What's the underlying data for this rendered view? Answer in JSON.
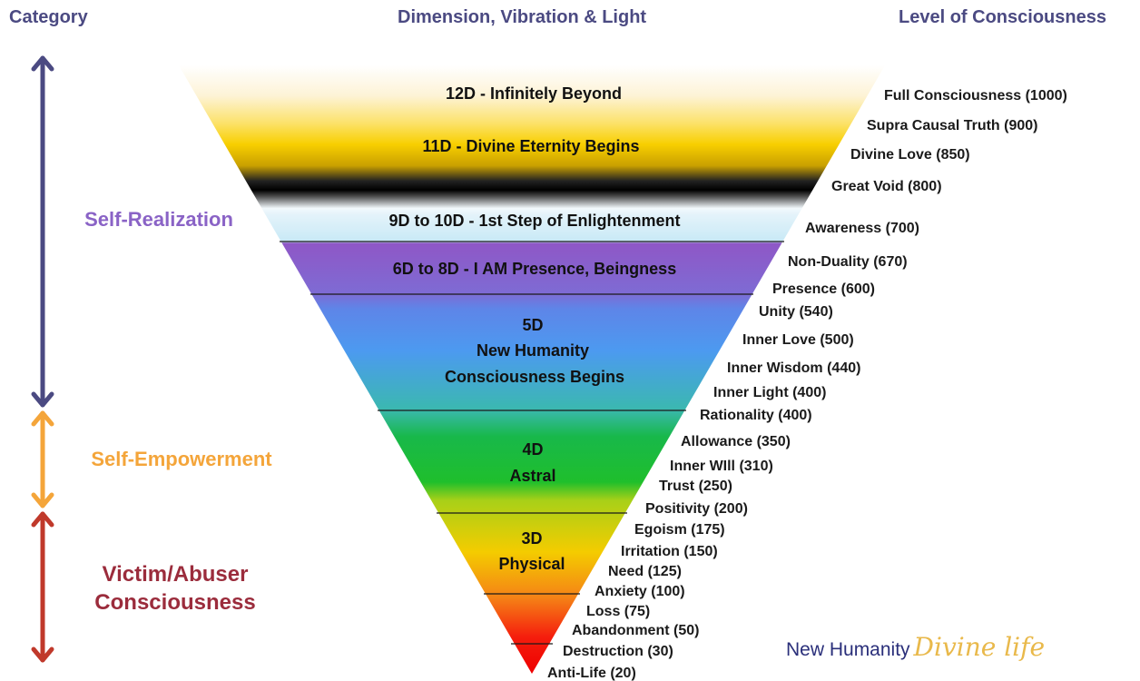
{
  "headers": {
    "category": "Category",
    "dimension": "Dimension, Vibration & Light",
    "level": "Level of Consciousness"
  },
  "categories": {
    "self_realization": "Self-Realization",
    "self_empowerment": "Self-Empowerment",
    "victim_line1": "Victim/Abuser",
    "victim_line2": "Consciousness"
  },
  "bands": {
    "d12": "12D - Infinitely Beyond",
    "d11": "11D - Divine Eternity Begins",
    "d9_10": "9D to 10D - 1st Step of Enlightenment",
    "d6_8": "6D to 8D - I AM Presence, Beingness",
    "d5_line1": "5D",
    "d5_line2": "New Humanity",
    "d5_line3": "Consciousness Begins",
    "d4_line1": "4D",
    "d4_line2": "Astral",
    "d3_line1": "3D",
    "d3_line2": "Physical"
  },
  "levels": [
    "Full Consciousness (1000)",
    "Supra Causal Truth (900)",
    "Divine Love (850)",
    "Great Void (800)",
    "Awareness (700)",
    "Non-Duality (670)",
    "Presence (600)",
    "Unity (540)",
    "Inner Love (500)",
    "Inner Wisdom (440)",
    "Inner Light (400)",
    "Rationality (400)",
    "Allowance (350)",
    "Inner WIll (310)",
    "Trust (250)",
    "Positivity (200)",
    "Egoism (175)",
    "Irritation (150)",
    "Need (125)",
    "Anxiety (100)",
    "Loss (75)",
    "Abandonment (50)",
    "Destruction (30)",
    "Anti-Life (20)"
  ],
  "logo": {
    "part1": "New Humanity",
    "part2": "Divine life"
  },
  "colors": {
    "header": "#4b4a82",
    "self_realization_arrow": "#4b4a82",
    "self_realization_text": "#8a63c6",
    "self_empowerment": "#f4a53a",
    "victim_arrow": "#c0392b",
    "victim_text": "#9b2c3c"
  }
}
